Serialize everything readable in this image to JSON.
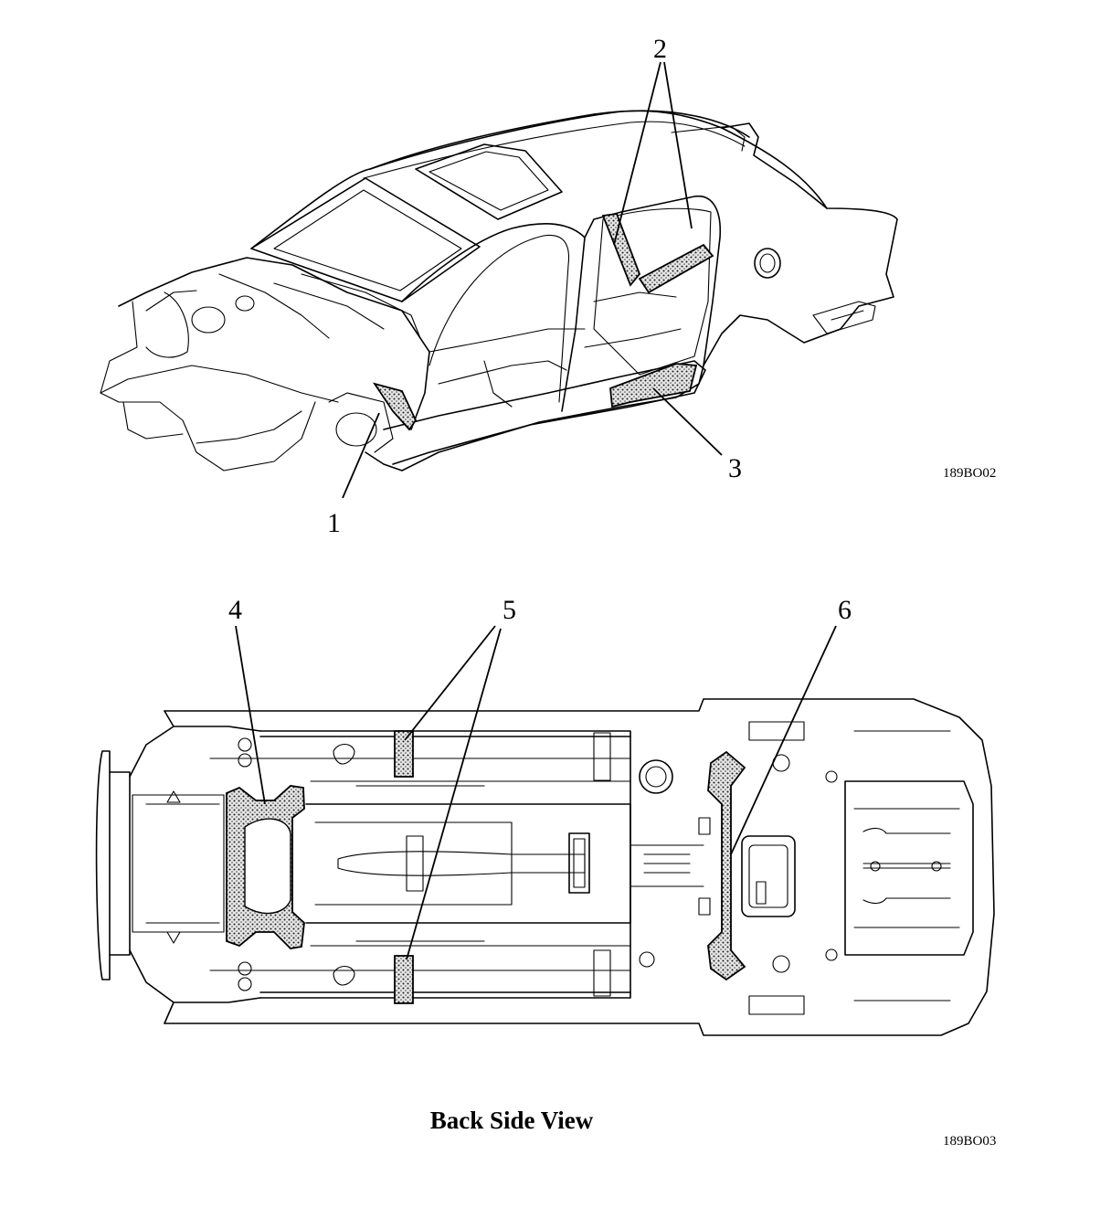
{
  "figure_top": {
    "code": "189BO02",
    "callouts": [
      "1",
      "2",
      "3"
    ]
  },
  "figure_bottom": {
    "code": "189BO03",
    "caption": "Back Side View",
    "callouts": [
      "4",
      "5",
      "6"
    ]
  }
}
